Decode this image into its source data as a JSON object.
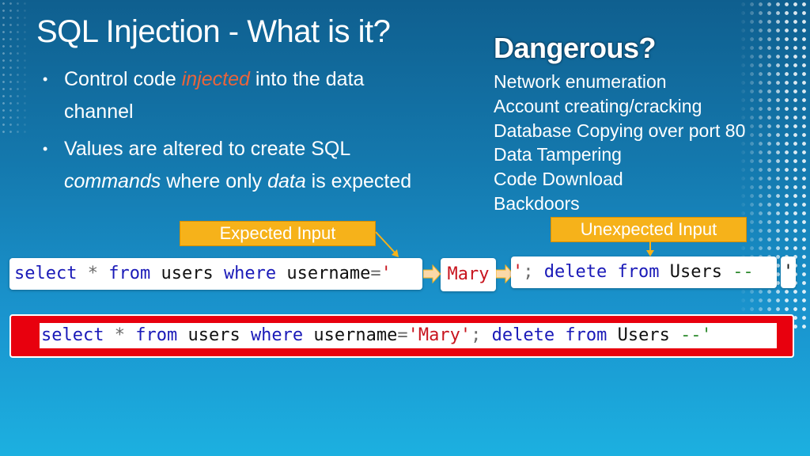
{
  "slide": {
    "title": "SQL Injection - What is it?",
    "bullets": [
      {
        "before": "Control code ",
        "emph": "injected",
        "after": " into the data channel"
      },
      {
        "p1": "Values are altered to create SQL ",
        "i1": "commands",
        "p2": " where only ",
        "i2": "data",
        "p3": " is expected"
      }
    ]
  },
  "dangerous": {
    "heading": "Dangerous?",
    "items": [
      "Network enumeration",
      "Account creating/cracking",
      "Database Copying over port 80",
      "Data Tampering",
      "Code Download",
      "Backdoors"
    ]
  },
  "labels": {
    "expected": "Expected Input",
    "unexpected": "Unexpected Input"
  },
  "code": {
    "query": {
      "t1": "select",
      "t2": " ",
      "t3": "*",
      "t4": " ",
      "t5": "from",
      "t6": " users ",
      "t7": "where",
      "t8": " username",
      "t9": "=",
      "t10": "'"
    },
    "input_value": "Mary",
    "injection": {
      "t1": "'",
      "t2": ";",
      "t3": " ",
      "t4": "delete",
      "t5": " ",
      "t6": "from",
      "t7": " Users ",
      "t8": "--"
    },
    "closing_quote": "'",
    "combined": {
      "t1": "select",
      "t2": " ",
      "t3": "*",
      "t4": " ",
      "t5": "from",
      "t6": " users ",
      "t7": "where",
      "t8": " username",
      "t9": "=",
      "t10": "'Mary'",
      "t11": ";",
      "t12": " ",
      "t13": "delete",
      "t14": " ",
      "t15": "from",
      "t16": " Users ",
      "t17": "--'"
    }
  },
  "colors": {
    "keyword": "#1a1ab8",
    "string": "#c8141e",
    "comment": "#2e8a2e",
    "label_bg": "#f6b21a",
    "result_bg": "#e8000e"
  }
}
